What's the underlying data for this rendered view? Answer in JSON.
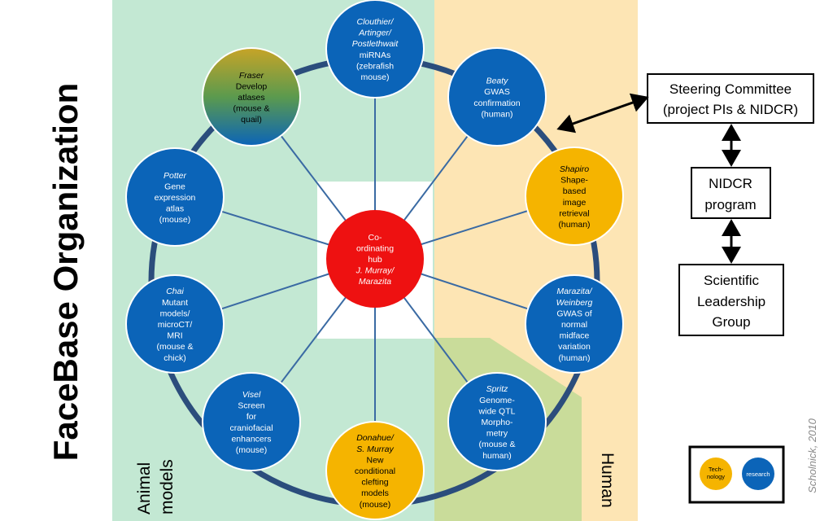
{
  "title": "FaceBase Organization",
  "credit": "Scholnick, 2010",
  "regions": {
    "animal_label": [
      "Animal",
      "models"
    ],
    "human_label": "Human"
  },
  "colors": {
    "animal_bg": "#c3e8d3",
    "human_bg": "#fde5b4",
    "mixed_bg": "#c9dc9a",
    "ring": "#2b4d7c",
    "spoke": "#3a6aa3",
    "blue_node": "#0b64b8",
    "gold_node": "#f5b400",
    "hub": "#ee1111"
  },
  "hub": {
    "lines": [
      {
        "t": "Co-",
        "i": false
      },
      {
        "t": "ordinating",
        "i": false
      },
      {
        "t": "hub",
        "i": false
      },
      {
        "t": "J. Murray/",
        "i": true
      },
      {
        "t": "Marazita",
        "i": true
      }
    ]
  },
  "nodes": [
    {
      "id": "clouthier",
      "kind": "blue",
      "lines": [
        {
          "t": "Clouthier/",
          "i": true
        },
        {
          "t": "Artinger/",
          "i": true
        },
        {
          "t": "Postlethwait",
          "i": true
        },
        {
          "t": "miRNAs",
          "i": false
        },
        {
          "t": "(zebrafish",
          "i": false
        },
        {
          "t": "mouse)",
          "i": false
        }
      ]
    },
    {
      "id": "beaty",
      "kind": "blue",
      "lines": [
        {
          "t": "Beaty",
          "i": true
        },
        {
          "t": "GWAS",
          "i": false
        },
        {
          "t": "confirmation",
          "i": false
        },
        {
          "t": "(human)",
          "i": false
        }
      ]
    },
    {
      "id": "shapiro",
      "kind": "gold",
      "lines": [
        {
          "t": "Shapiro",
          "i": true
        },
        {
          "t": "Shape-",
          "i": false
        },
        {
          "t": "based",
          "i": false
        },
        {
          "t": "image",
          "i": false
        },
        {
          "t": "retrieval",
          "i": false
        },
        {
          "t": "(human)",
          "i": false
        }
      ]
    },
    {
      "id": "marazita",
      "kind": "blue",
      "lines": [
        {
          "t": "Marazita/",
          "i": true
        },
        {
          "t": "Weinberg",
          "i": true
        },
        {
          "t": "GWAS of",
          "i": false
        },
        {
          "t": "normal",
          "i": false
        },
        {
          "t": "midface",
          "i": false
        },
        {
          "t": "variation",
          "i": false
        },
        {
          "t": "(human)",
          "i": false
        }
      ]
    },
    {
      "id": "spritz",
      "kind": "blue",
      "lines": [
        {
          "t": "Spritz",
          "i": true
        },
        {
          "t": "Genome-",
          "i": false
        },
        {
          "t": "wide QTL",
          "i": false
        },
        {
          "t": "Morpho-",
          "i": false
        },
        {
          "t": "metry",
          "i": false
        },
        {
          "t": "(mouse &",
          "i": false
        },
        {
          "t": "human)",
          "i": false
        }
      ]
    },
    {
      "id": "donahue",
      "kind": "gold",
      "lines": [
        {
          "t": "Donahue/",
          "i": true
        },
        {
          "t": "S. Murray",
          "i": true
        },
        {
          "t": "New",
          "i": false
        },
        {
          "t": "conditional",
          "i": false
        },
        {
          "t": "clefting",
          "i": false
        },
        {
          "t": "models",
          "i": false
        },
        {
          "t": "(mouse)",
          "i": false
        }
      ]
    },
    {
      "id": "visel",
      "kind": "blue",
      "lines": [
        {
          "t": "Visel",
          "i": true
        },
        {
          "t": "Screen",
          "i": false
        },
        {
          "t": "for",
          "i": false
        },
        {
          "t": "craniofacial",
          "i": false
        },
        {
          "t": "enhancers",
          "i": false
        },
        {
          "t": "(mouse)",
          "i": false
        }
      ]
    },
    {
      "id": "chai",
      "kind": "blue",
      "lines": [
        {
          "t": "Chai",
          "i": true
        },
        {
          "t": "Mutant",
          "i": false
        },
        {
          "t": "models/",
          "i": false
        },
        {
          "t": "microCT/",
          "i": false
        },
        {
          "t": "MRI",
          "i": false
        },
        {
          "t": "(mouse &",
          "i": false
        },
        {
          "t": "chick)",
          "i": false
        }
      ]
    },
    {
      "id": "potter",
      "kind": "blue",
      "lines": [
        {
          "t": "Potter",
          "i": true
        },
        {
          "t": "Gene",
          "i": false
        },
        {
          "t": "expression",
          "i": false
        },
        {
          "t": "atlas",
          "i": false
        },
        {
          "t": "(mouse)",
          "i": false
        }
      ]
    },
    {
      "id": "fraser",
      "kind": "gradient",
      "lines": [
        {
          "t": "Fraser",
          "i": true
        },
        {
          "t": "Develop",
          "i": false
        },
        {
          "t": "atlases",
          "i": false
        },
        {
          "t": "(mouse &",
          "i": false
        },
        {
          "t": "quail)",
          "i": false
        }
      ]
    }
  ],
  "boxes": {
    "steering": [
      "Steering Committee",
      "(project PIs & NIDCR)"
    ],
    "nidcr": [
      "NIDCR",
      "program"
    ],
    "scientific": [
      "Scientific",
      "Leadership",
      "Group"
    ]
  },
  "legend": {
    "technology": [
      "Tech-",
      "nology"
    ],
    "research": "research"
  }
}
